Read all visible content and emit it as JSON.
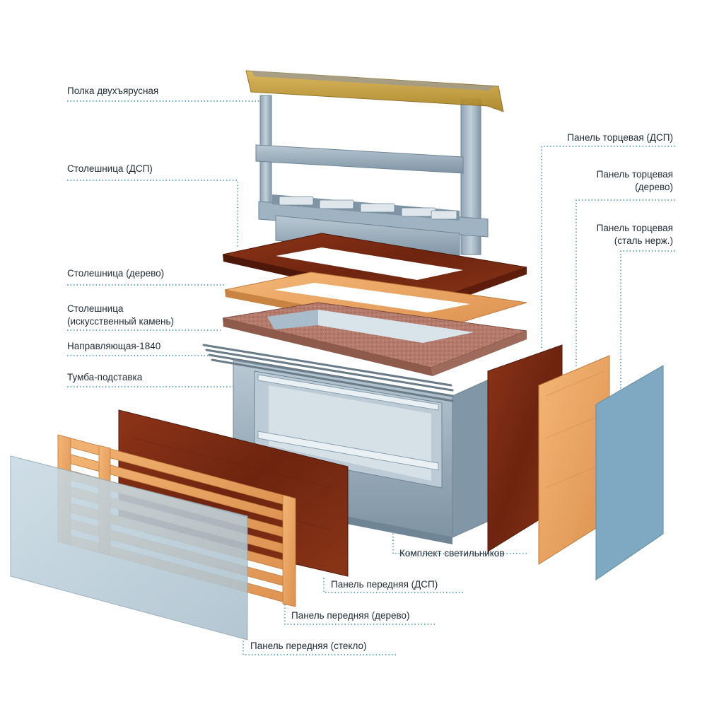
{
  "colors": {
    "leader": "#3b8fb4",
    "steel": "#9fb3c2",
    "steel_dark": "#6f8595",
    "dsp": "#7a2a14",
    "wood": "#e9a461",
    "stone": "#b07466",
    "glass": "#bfd2dd",
    "end_steel": "#7fa9c2",
    "shelf_glass": "#c8a030"
  },
  "labels": {
    "shelf_two_tier": "Полка двухъярусная",
    "top_dsp": "Столешница (ДСП)",
    "top_wood": "Столешница (дерево)",
    "top_stone_1": "Столешница",
    "top_stone_2": "(искусственный камень)",
    "rail": "Направляющая-1840",
    "stand": "Тумба-подставка",
    "end_dsp": "Панель торцевая (ДСП)",
    "end_wood_1": "Панель торцевая",
    "end_wood_2": "(дерево)",
    "end_steel_1": "Панель торцевая",
    "end_steel_2": "(сталь нерж.)",
    "lights": "Комплект светильников",
    "front_dsp": "Панель передняя (ДСП)",
    "front_wood": "Панель передняя (дерево)",
    "front_glass": "Панель передняя (стекло)"
  }
}
